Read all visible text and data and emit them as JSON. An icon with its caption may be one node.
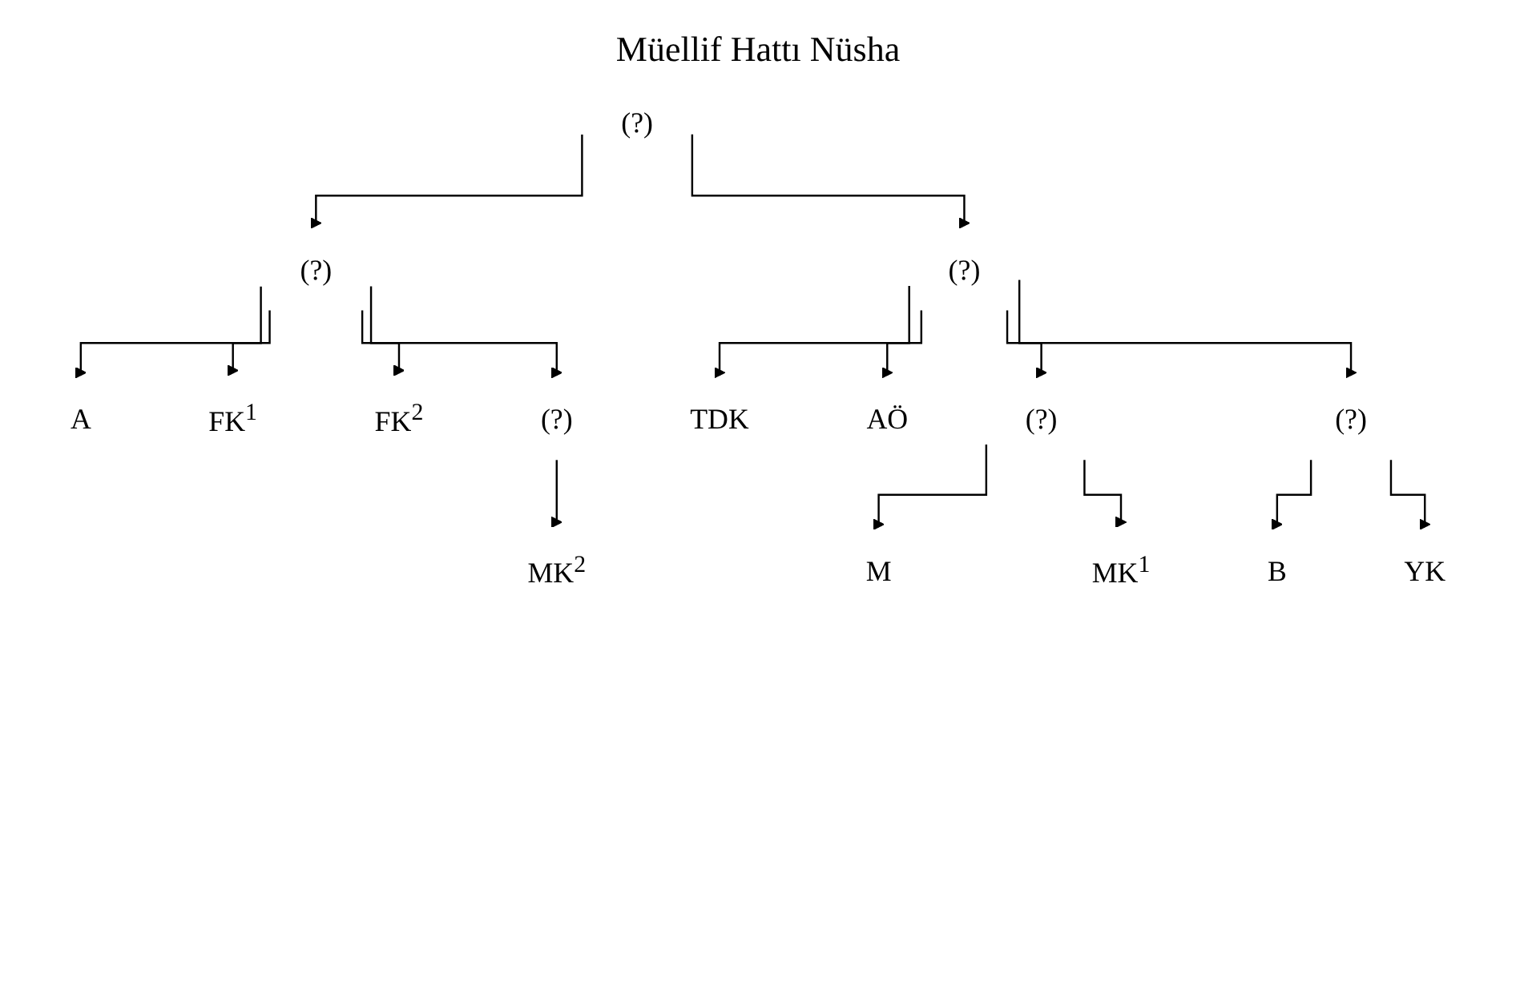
{
  "diagram": {
    "title": "Müellif Hattı Nüsha",
    "nodes": [
      {
        "text": [
          "(?)"
        ]
      },
      {
        "text": [
          "(?)"
        ]
      },
      {
        "text": [
          "(?)"
        ]
      },
      {
        "text": [
          "A"
        ]
      },
      {
        "text": [
          "FK$^{1}$"
        ]
      },
      {
        "text": [
          "FK$^{2}$"
        ]
      },
      {
        "text": [
          "(?)"
        ]
      },
      {
        "text": [
          "TDK"
        ]
      },
      {
        "text": [
          "AÖ"
        ]
      },
      {
        "text": [
          "(?)"
        ]
      },
      {
        "text": [
          "(?)"
        ]
      },
      {
        "text": [
          "MK$^{2}$"
        ]
      },
      {
        "text": [
          "M"
        ]
      },
      {
        "text": [
          "MK$^{1}$"
        ]
      },
      {
        "text": [
          "B"
        ]
      },
      {
        "text": [
          "YK"
        ]
      }
    ],
    "edges": [
      {
        "from": 0,
        "to": 1,
        "arrow": "to"
      },
      {
        "from": 0,
        "to": 2,
        "arrow": "to"
      },
      {
        "from": 1,
        "to": 3,
        "arrow": "to"
      },
      {
        "from": 1,
        "to": 4,
        "arrow": "to"
      },
      {
        "from": 1,
        "to": 5,
        "arrow": "to"
      },
      {
        "from": 1,
        "to": 6,
        "arrow": "to"
      },
      {
        "from": 6,
        "to": 11,
        "arrow": "to"
      },
      {
        "from": 2,
        "to": 7,
        "arrow": "to"
      },
      {
        "from": 2,
        "to": 8,
        "arrow": "to"
      },
      {
        "from": 2,
        "to": 9,
        "arrow": "to"
      },
      {
        "from": 2,
        "to": 10,
        "arrow": "to"
      },
      {
        "from": 9,
        "to": 12,
        "arrow": "to"
      },
      {
        "from": 9,
        "to": 13,
        "arrow": "to"
      },
      {
        "from": 10,
        "to": 14,
        "arrow": "to"
      },
      {
        "from": 10,
        "to": 15,
        "arrow": "to"
      }
    ]
  }
}
